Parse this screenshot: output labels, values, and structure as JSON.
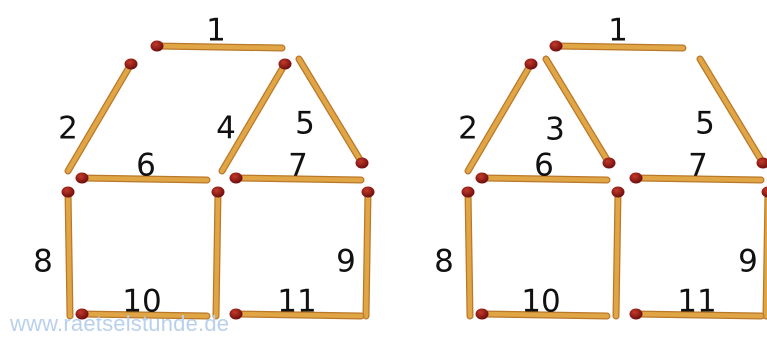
{
  "puzzle": {
    "left_figure": {
      "matches": [
        {
          "label": "1"
        },
        {
          "label": "2"
        },
        {
          "label": "4"
        },
        {
          "label": "5"
        },
        {
          "label": "6"
        },
        {
          "label": "7"
        },
        {
          "label": "8"
        },
        {
          "label": "9"
        },
        {
          "label": "10"
        },
        {
          "label": "11"
        }
      ]
    },
    "right_figure": {
      "matches": [
        {
          "label": "1"
        },
        {
          "label": "2"
        },
        {
          "label": "3"
        },
        {
          "label": "5"
        },
        {
          "label": "6"
        },
        {
          "label": "7"
        },
        {
          "label": "8"
        },
        {
          "label": "9"
        },
        {
          "label": "10"
        },
        {
          "label": "11"
        }
      ]
    }
  },
  "watermark": "www.raetselstunde.de",
  "colors": {
    "match_stick": "#e0a544",
    "match_edge": "#b9782a",
    "match_head": "#8e1414",
    "label": "#111111",
    "watermark": "#b9d0ec",
    "background": "#ffffff"
  }
}
